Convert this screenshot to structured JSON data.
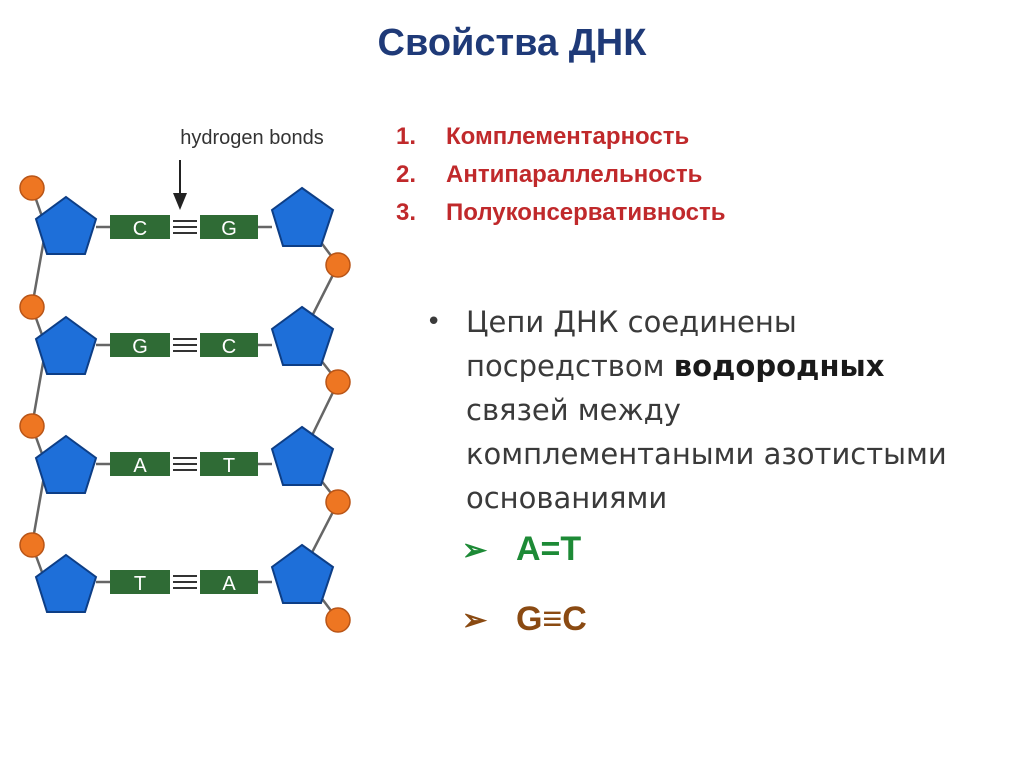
{
  "slide": {
    "title": "Свойства ДНК",
    "properties": [
      {
        "num": "1.",
        "label": "Комплементарность"
      },
      {
        "num": "2.",
        "label": "Антипараллельность"
      },
      {
        "num": "3.",
        "label": "Полуконсервативность"
      }
    ],
    "bullet": {
      "marker": "•",
      "text_before": "Цепи ДНК соединены посредством ",
      "text_bold": "водородных",
      "text_after": " связей между комплементаными азотистыми основаниями"
    },
    "pairs": [
      {
        "arrow": "➢",
        "label": "A=T"
      },
      {
        "arrow": "➢",
        "label": "G≡C"
      }
    ]
  },
  "diagram": {
    "hydrogen_bonds_label": "hydrogen bonds",
    "base_pairs": [
      {
        "left": "C",
        "right": "G"
      },
      {
        "left": "G",
        "right": "C"
      },
      {
        "left": "A",
        "right": "T"
      },
      {
        "left": "T",
        "right": "A"
      }
    ],
    "colors": {
      "sugar": "#1e6fd9",
      "phosphate": "#ee7622",
      "base": "#2f6b35",
      "base_text": "#ffffff"
    }
  }
}
